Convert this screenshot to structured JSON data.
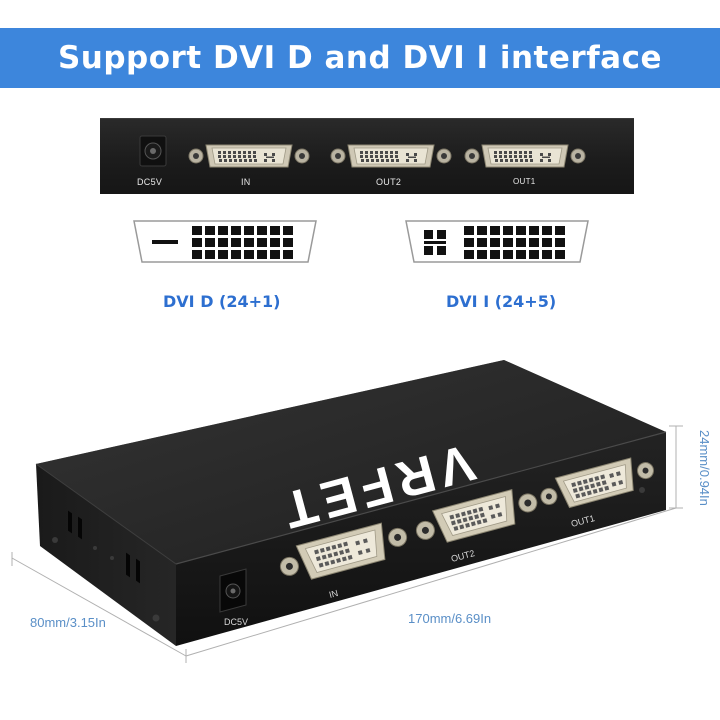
{
  "title": "Support DVI D and DVI I interface",
  "rear_panel": {
    "power_label": "DC5V",
    "port_labels": [
      "IN",
      "OUT2",
      "OUT1"
    ]
  },
  "dvi_types": [
    {
      "label": "DVI D (24+1)",
      "icon": "dvi-d-pinout-icon"
    },
    {
      "label": "DVI I (24+5)",
      "icon": "dvi-i-pinout-icon"
    }
  ],
  "device": {
    "brand": "VRFET",
    "power_label": "DC5V",
    "port_labels": [
      "IN",
      "OUT2",
      "OUT1"
    ]
  },
  "dimensions": {
    "depth": "80mm/3.15In",
    "length": "170mm/6.69In",
    "height": "24mm/0.94In"
  },
  "colors": {
    "banner": "#3d86dc",
    "accent_text": "#2d6fd0",
    "dimension_text": "#5a8fc7",
    "device_body": "#1f1f1f"
  }
}
